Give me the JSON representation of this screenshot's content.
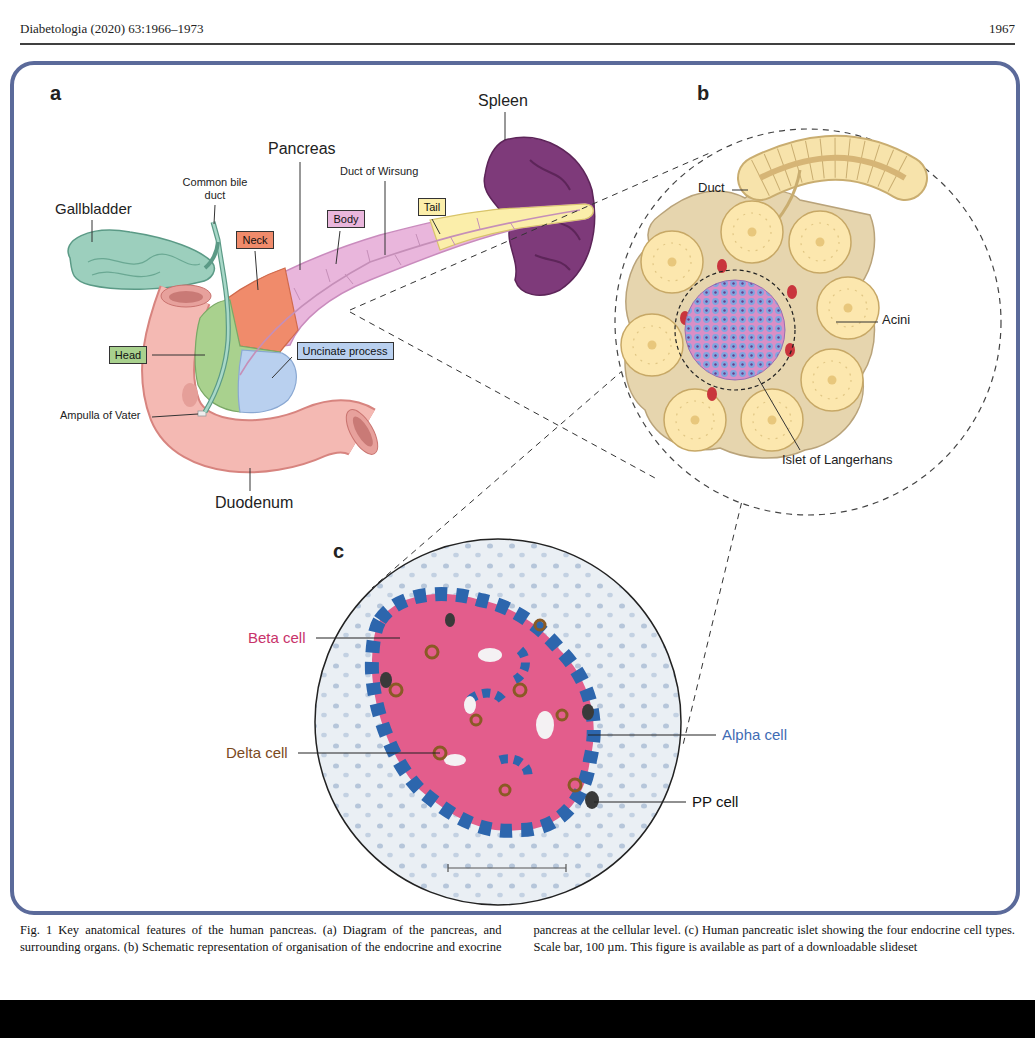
{
  "diagram": {
    "caption": "Fig. 1 Key anatomical features of the human pancreas. (a) Diagram of the pancreas, and surrounding organs. (b) Schematic representation of organisation of the endocrine and exocrine pancreas at the cellular level. (c) Human pancreatic islet showing the four endocrine cell types. Scale bar, 100 µm. This figure is available as part of a downloadable slideset",
    "nodes": [
      {
        "text": [
          "Tail"
        ]
      },
      {
        "text": [
          "Body"
        ]
      },
      {
        "text": [
          "Neck"
        ]
      },
      {
        "text": [
          "Uncinate process"
        ]
      },
      {
        "text": [
          "Head"
        ]
      }
    ],
    "labels": [
      "Diabetologia (2020) 63:1966–1973",
      "1967",
      "a",
      "Spleen",
      "b",
      "Pancreas",
      "Common bile duct",
      "Duct of Wirsung",
      "Duct",
      "Gallbladder",
      "Acini",
      "Ampulla of Vater",
      "Islet of Langerhans",
      "Duodenum",
      "c",
      "Beta cell",
      "Alpha cell",
      "Delta cell",
      "PP cell"
    ]
  }
}
